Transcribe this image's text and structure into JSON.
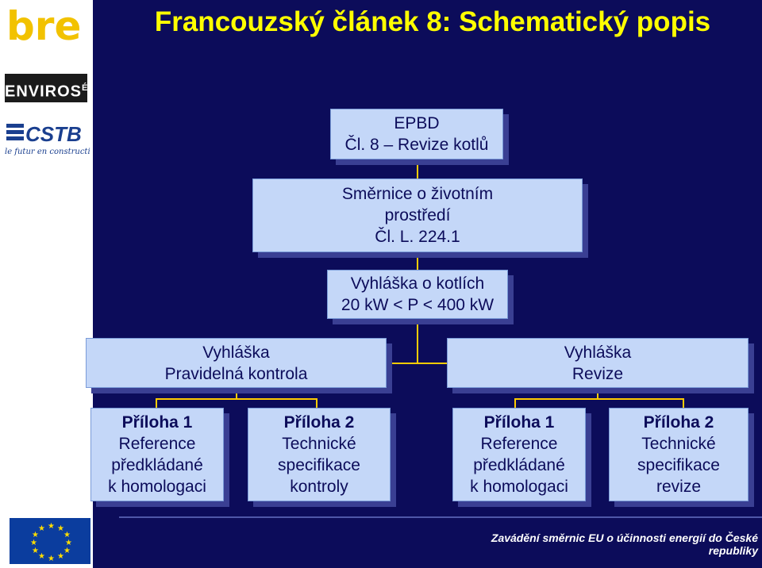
{
  "title": "Francouzský článek 8: Schematický popis",
  "logos": {
    "bre": "bre",
    "enviros": "ENVIROS",
    "enviros_mark": "É",
    "cstb": "CSTB",
    "cstb_tagline": "le futur en construction"
  },
  "boxes": {
    "epbd": {
      "line1": "EPBD",
      "line2": "Čl. 8 – Revize kotlů"
    },
    "smernice": {
      "line1": "Směrnice o životním",
      "line2": "prostředí",
      "line3": "Čl. L. 224.1"
    },
    "vyhlaska_kotle": {
      "line1": "Vyhláška o kotlích",
      "line2": "20 kW < P < 400 kW"
    },
    "vyhlaska_kontrola": {
      "line1": "Vyhláška",
      "line2": "Pravidelná kontrola"
    },
    "vyhlaska_revize": {
      "line1": "Vyhláška",
      "line2": "Revize"
    },
    "priloha1a": {
      "line1": "Příloha 1",
      "line2": "Reference",
      "line3": "předkládané",
      "line4": "k homologaci"
    },
    "priloha2a": {
      "line1": "Příloha 2",
      "line2": "Technické",
      "line3": "specifikace",
      "line4": "kontroly"
    },
    "priloha1b": {
      "line1": "Příloha 1",
      "line2": "Reference",
      "line3": "předkládané",
      "line4": "k homologaci"
    },
    "priloha2b": {
      "line1": "Příloha 2",
      "line2": "Technické",
      "line3": "specifikace",
      "line4": "revize"
    }
  },
  "footer": "Zavádění směrnic EU o účinnosti energií do České republiky",
  "colors": {
    "background": "#0c0c5a",
    "box": "#c4d7f8",
    "title": "#ffff00",
    "connector": "#ffcc00"
  }
}
